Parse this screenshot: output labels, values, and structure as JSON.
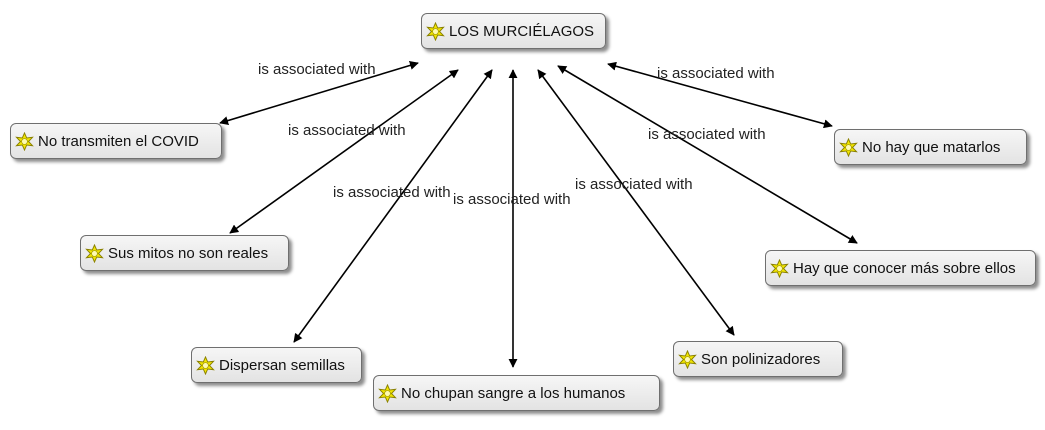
{
  "diagram": {
    "node_icon": "concept-star-icon",
    "colors": {
      "line": "#000000",
      "icon_fill": "#f2e600",
      "icon_stroke": "#8a8100",
      "node_border": "#6f6f6f"
    },
    "center": {
      "label": "LOS MURCIÉLAGOS"
    },
    "nodes": [
      {
        "label": "No transmiten el COVID"
      },
      {
        "label": "Sus mitos no son reales"
      },
      {
        "label": "Dispersan semillas"
      },
      {
        "label": "No chupan sangre a los humanos"
      },
      {
        "label": "Son polinizadores"
      },
      {
        "label": "Hay que conocer más sobre ellos"
      },
      {
        "label": "No hay que matarlos"
      }
    ],
    "edges": [
      {
        "label": "is associated with"
      },
      {
        "label": "is associated with"
      },
      {
        "label": "is associated with"
      },
      {
        "label": "is associated with"
      },
      {
        "label": "is associated with"
      },
      {
        "label": "is associated with"
      },
      {
        "label": "is associated with"
      }
    ]
  }
}
